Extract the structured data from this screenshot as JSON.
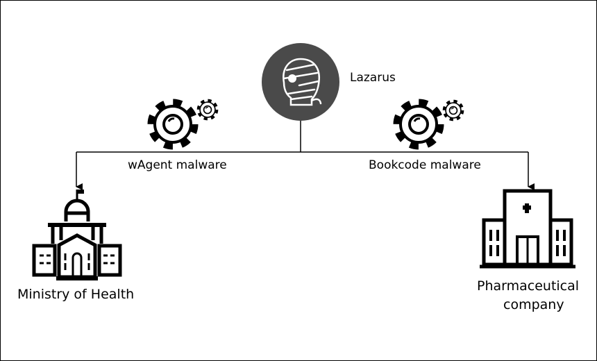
{
  "actor": {
    "name": "Lazarus",
    "icon": "mummy-icon",
    "circle_color": "#4a4a4a"
  },
  "branches": [
    {
      "malware": "wAgent malware",
      "target": "Ministry of Health",
      "target_icon": "government-building-icon"
    },
    {
      "malware": "Bookcode malware",
      "target_line1": "Pharmaceutical",
      "target_line2": "company",
      "target_icon": "hospital-icon"
    }
  ]
}
